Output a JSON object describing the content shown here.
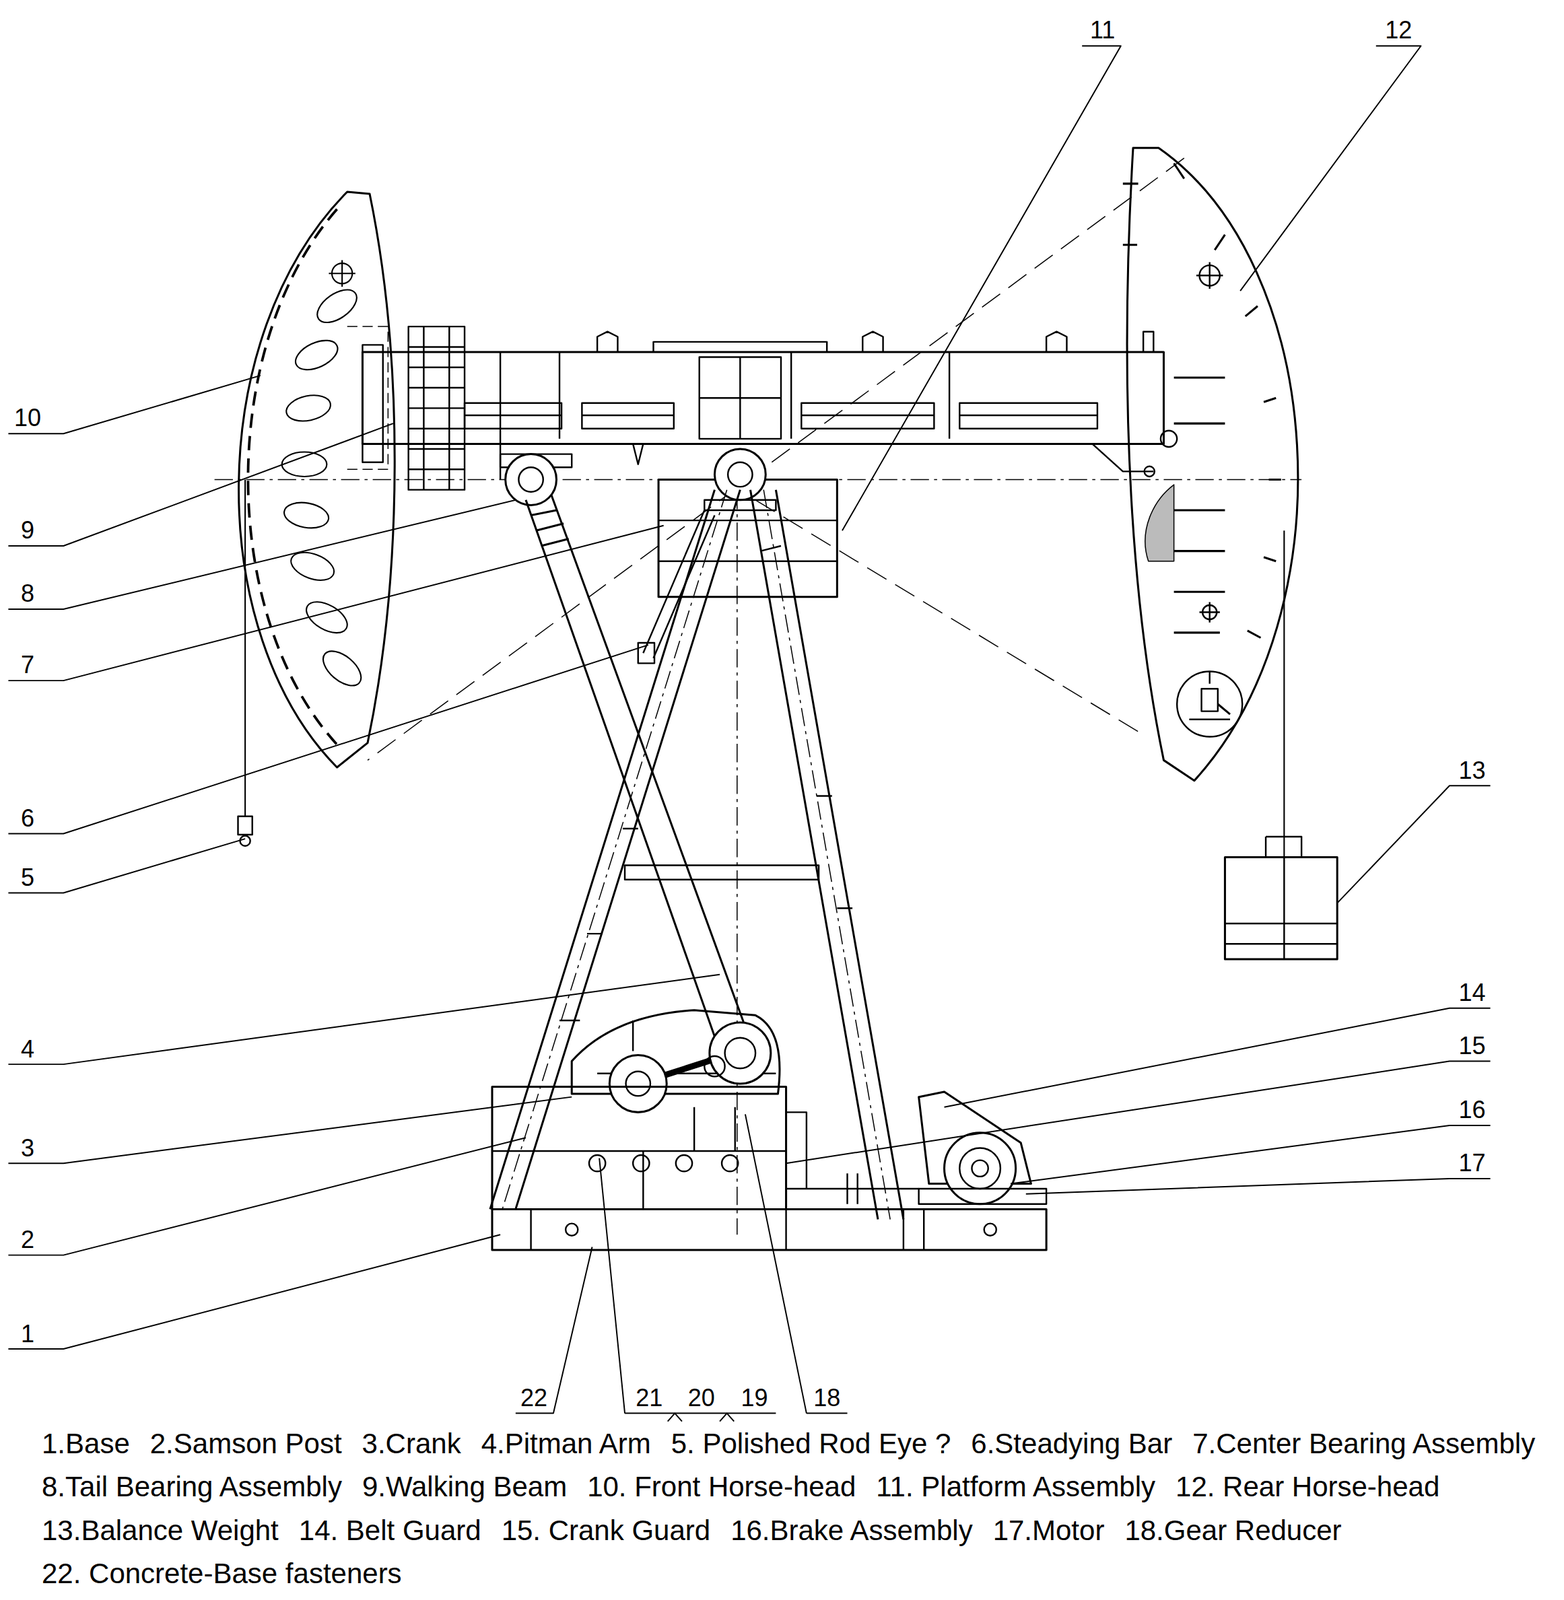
{
  "diagram": {
    "labels": [
      "10",
      "9",
      "8",
      "7",
      "6",
      "5",
      "4",
      "3",
      "2",
      "1",
      "11",
      "12",
      "13",
      "14",
      "15",
      "16",
      "17",
      "22",
      "21",
      "20",
      "19",
      "18",
      "1.Base",
      "2.Samson Post",
      "3.Crank",
      "4.Pitman Arm",
      "5. Polished Rod Eye ?",
      "6.Steadying Bar",
      "7.Center Bearing Assembly",
      "8.Tail Bearing Assembly",
      "9.Walking Beam",
      "10. Front Horse-head",
      "11. Platform Assembly",
      "12. Rear Horse-head",
      "13.Balance Weight",
      "14. Belt Guard",
      "15. Crank Guard",
      "16.Brake Assembly",
      "17.Motor",
      "18.Gear Reducer",
      "22. Concrete-Base fasteners"
    ]
  }
}
